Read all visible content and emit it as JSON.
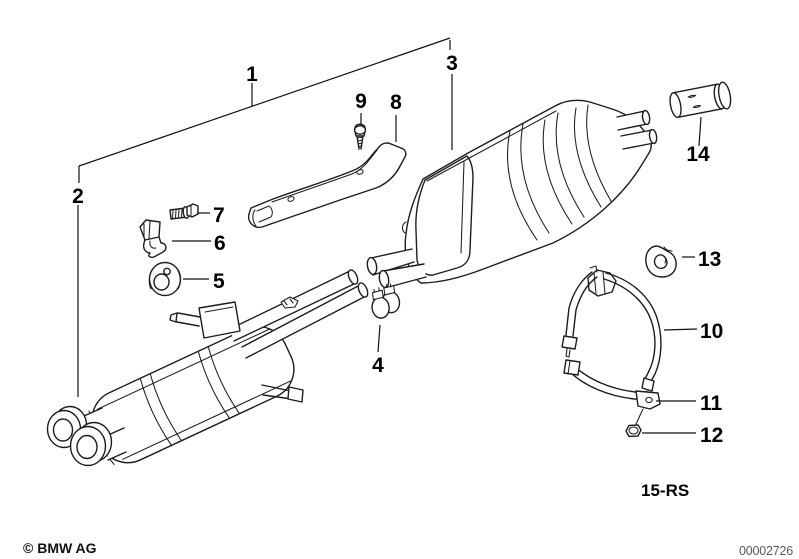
{
  "diagram": {
    "callouts": {
      "c1": "1",
      "c2": "2",
      "c3": "3",
      "c4": "4",
      "c5": "5",
      "c6": "6",
      "c7": "7",
      "c8": "8",
      "c9": "9",
      "c10": "10",
      "c11": "11",
      "c12": "12",
      "c13": "13",
      "c14": "14"
    },
    "section_label": "15-RS",
    "footer": {
      "copyright": "© BMW AG",
      "drawing_number": "00002726"
    },
    "colors": {
      "background": "#ffffff",
      "line": "#1d1d1d",
      "callout_text": "#000000",
      "drawing_number_text": "#5a5a5a"
    }
  }
}
